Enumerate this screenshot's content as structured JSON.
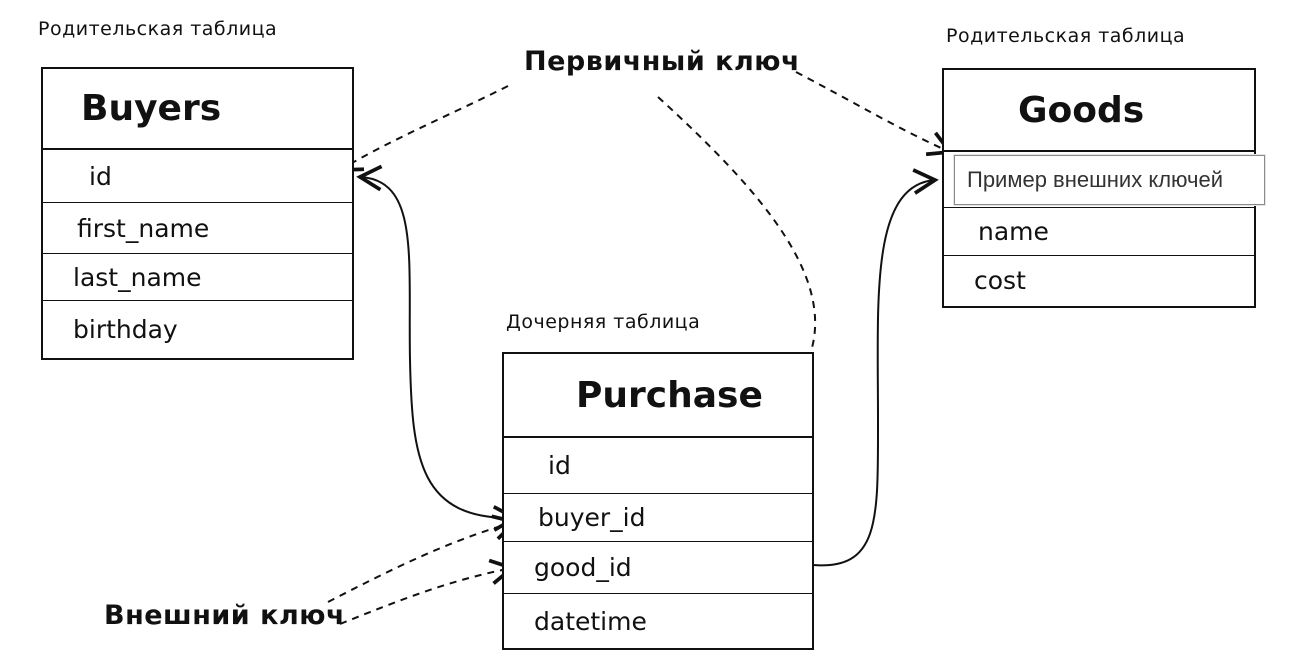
{
  "captions": {
    "buyers_parent": "Родительская таблица",
    "goods_parent": "Родительская таблица",
    "purchase_child": "Дочерняя таблица"
  },
  "annotations": {
    "primary_key": "Первичный ключ",
    "foreign_key": "Внешний ключ"
  },
  "tables": {
    "buyers": {
      "title": "Buyers",
      "fields": [
        "id",
        "first_name",
        "last_name",
        "birthday"
      ]
    },
    "goods": {
      "title": "Goods",
      "fields": [
        "",
        "name",
        "cost"
      ]
    },
    "purchase": {
      "title": "Purchase",
      "fields": [
        "id",
        "buyer_id",
        "good_id",
        "datetime"
      ]
    }
  },
  "tooltip": "Пример внешних ключей"
}
